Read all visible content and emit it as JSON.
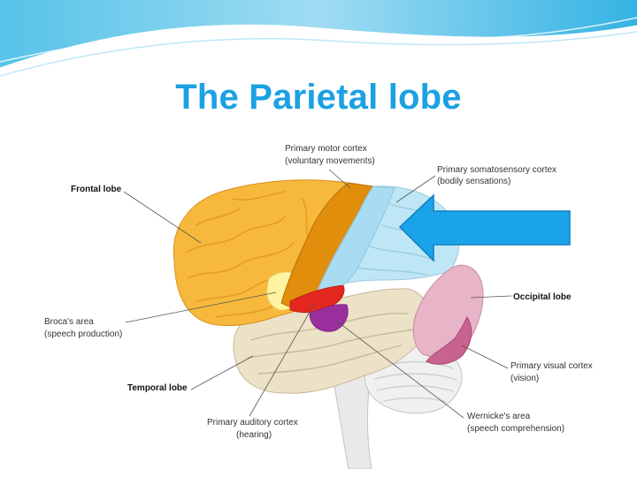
{
  "slide": {
    "title": "The Parietal lobe"
  },
  "diagram": {
    "labels": {
      "frontal_lobe": "Frontal lobe",
      "primary_motor_cortex": "Primary motor cortex",
      "primary_motor_cortex_desc": "(voluntary movements)",
      "primary_somatosensory_cortex": "Primary somatosensory cortex",
      "primary_somatosensory_cortex_desc": "(bodily sensations)",
      "occipital_lobe": "Occipital lobe",
      "brocas_area": "Broca's area",
      "brocas_area_desc": "(speech production)",
      "temporal_lobe": "Temporal lobe",
      "primary_auditory_cortex": "Primary auditory cortex",
      "primary_auditory_cortex_desc": "(hearing)",
      "primary_visual_cortex": "Primary visual cortex",
      "primary_visual_cortex_desc": "(vision)",
      "wernickes_area": "Wernicke's area",
      "wernickes_area_desc": "(speech comprehension)"
    },
    "colors": {
      "frontal": "#f6b93b",
      "motor": "#e08e0b",
      "parietal": "#bfe6f5",
      "occipital": "#e8b4c8",
      "visual": "#c8628e",
      "temporal": "#ece2c8",
      "broca": "#fdf3a0",
      "wernicke": "#9b2f9e",
      "auditory": "#e3271f",
      "cerebellum": "#f0f0f0",
      "arrow": "#1aa3e8",
      "title": "#1ba1e2"
    }
  }
}
